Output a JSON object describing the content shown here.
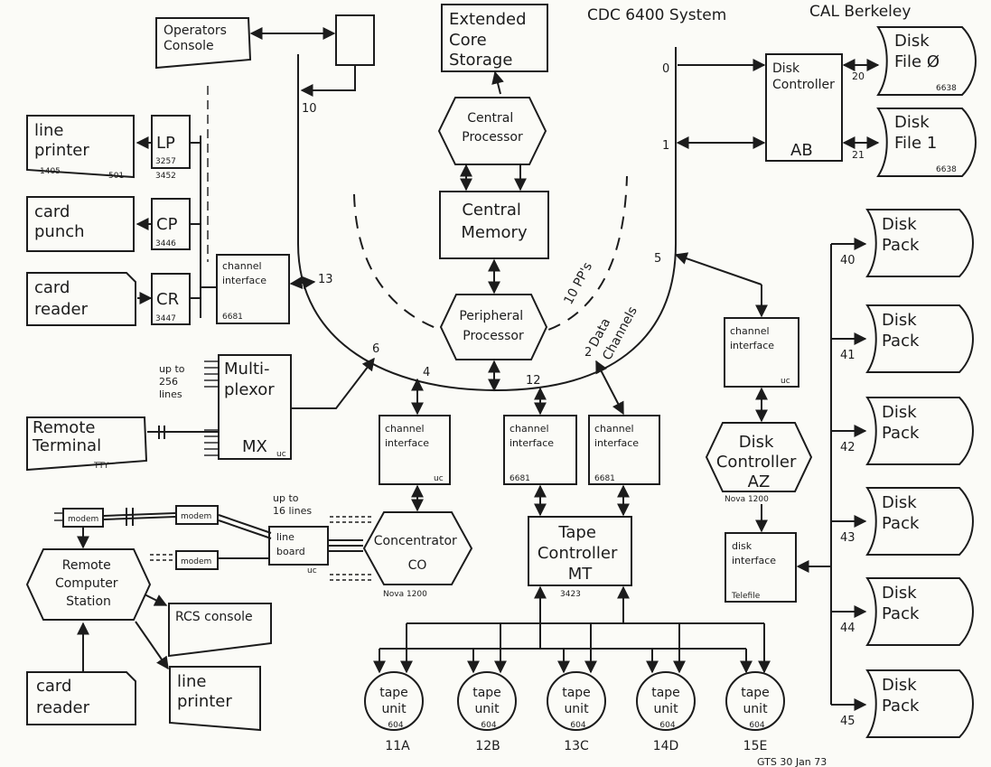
{
  "header": {
    "title": "CDC 6400 System",
    "site": "CAL Berkeley"
  },
  "footer": {
    "signature": "GTS 30 Jan 73"
  },
  "core": {
    "ecs": [
      "Extended",
      "Core",
      "Storage"
    ],
    "cpu": [
      "Central",
      "Processor"
    ],
    "cm": [
      "Central",
      "Memory"
    ],
    "ppu": [
      "Peripheral",
      "Processor"
    ],
    "pps_label": "10 PP's",
    "channels_label": [
      "Data",
      "Channels"
    ]
  },
  "channels": {
    "c0": "0",
    "c1": "1",
    "c2": "2",
    "c4": "4",
    "c5": "5",
    "c6": "6",
    "c10": "10",
    "c12": "12",
    "c13": "13"
  },
  "operator": {
    "console": [
      "Operators",
      "Console"
    ]
  },
  "unit_record": {
    "lp_device": [
      "line",
      "printer"
    ],
    "lp_dev_model": "1405",
    "lp_dev_sub": "501",
    "lp_ctrl": "LP",
    "lp_ctrl_model": [
      "3257",
      "3452"
    ],
    "cp_device": [
      "card",
      "punch"
    ],
    "cp_ctrl": "CP",
    "cp_ctrl_model": "3446",
    "cr_device": [
      "card",
      "reader"
    ],
    "cr_ctrl": "CR",
    "cr_ctrl_model": "3447",
    "interface": [
      "channel",
      "interface"
    ],
    "interface_model": "6681"
  },
  "mux": {
    "label": [
      "Multi-",
      "plexor"
    ],
    "id": "MX",
    "sub": "uc",
    "lines_note": [
      "up to",
      "256",
      "lines"
    ],
    "remote_terminal": [
      "Remote",
      "Terminal"
    ],
    "tty": "TTY"
  },
  "rcs": {
    "station": [
      "Remote",
      "Computer",
      "Station"
    ],
    "modem": "modem",
    "console": "RCS console",
    "card_reader": [
      "card",
      "reader"
    ],
    "line_printer": [
      "line",
      "printer"
    ]
  },
  "concentrator": {
    "lines_note": [
      "up to",
      "16 lines"
    ],
    "line_board": [
      "line",
      "board"
    ],
    "line_board_sub": "uc",
    "label": "Concentrator",
    "id": "CO",
    "model": "Nova 1200",
    "interface": [
      "channel",
      "interface"
    ],
    "interface_sub": "uc"
  },
  "tape": {
    "interface_a": [
      "channel",
      "interface"
    ],
    "interface_a_model": "6681",
    "interface_b": [
      "channel",
      "interface"
    ],
    "interface_b_model": "6681",
    "controller": [
      "Tape",
      "Controller",
      "MT"
    ],
    "controller_model": "3423",
    "units": [
      {
        "label": [
          "tape",
          "unit"
        ],
        "model": "604",
        "id": "11A"
      },
      {
        "label": [
          "tape",
          "unit"
        ],
        "model": "604",
        "id": "12B"
      },
      {
        "label": [
          "tape",
          "unit"
        ],
        "model": "604",
        "id": "13C"
      },
      {
        "label": [
          "tape",
          "unit"
        ],
        "model": "604",
        "id": "14D"
      },
      {
        "label": [
          "tape",
          "unit"
        ],
        "model": "604",
        "id": "15E"
      }
    ]
  },
  "disk_ab": {
    "controller": [
      "Disk",
      "Controller"
    ],
    "id": "AB",
    "files": [
      {
        "label": [
          "Disk",
          "File Ø"
        ],
        "model": "6638",
        "port": "20"
      },
      {
        "label": [
          "Disk",
          "File 1"
        ],
        "model": "6638",
        "port": "21"
      }
    ]
  },
  "disk_az": {
    "interface": [
      "channel",
      "interface"
    ],
    "interface_sub": "uc",
    "controller": [
      "Disk",
      "Controller",
      "AZ"
    ],
    "controller_model": "Nova 1200",
    "disk_interface": [
      "disk",
      "interface"
    ],
    "disk_interface_model": "Telefile",
    "packs": [
      {
        "label": [
          "Disk",
          "Pack"
        ],
        "port": "40"
      },
      {
        "label": [
          "Disk",
          "Pack"
        ],
        "port": "41"
      },
      {
        "label": [
          "Disk",
          "Pack"
        ],
        "port": "42"
      },
      {
        "label": [
          "Disk",
          "Pack"
        ],
        "port": "43"
      },
      {
        "label": [
          "Disk",
          "Pack"
        ],
        "port": "44"
      },
      {
        "label": [
          "Disk",
          "Pack"
        ],
        "port": "45"
      }
    ]
  }
}
